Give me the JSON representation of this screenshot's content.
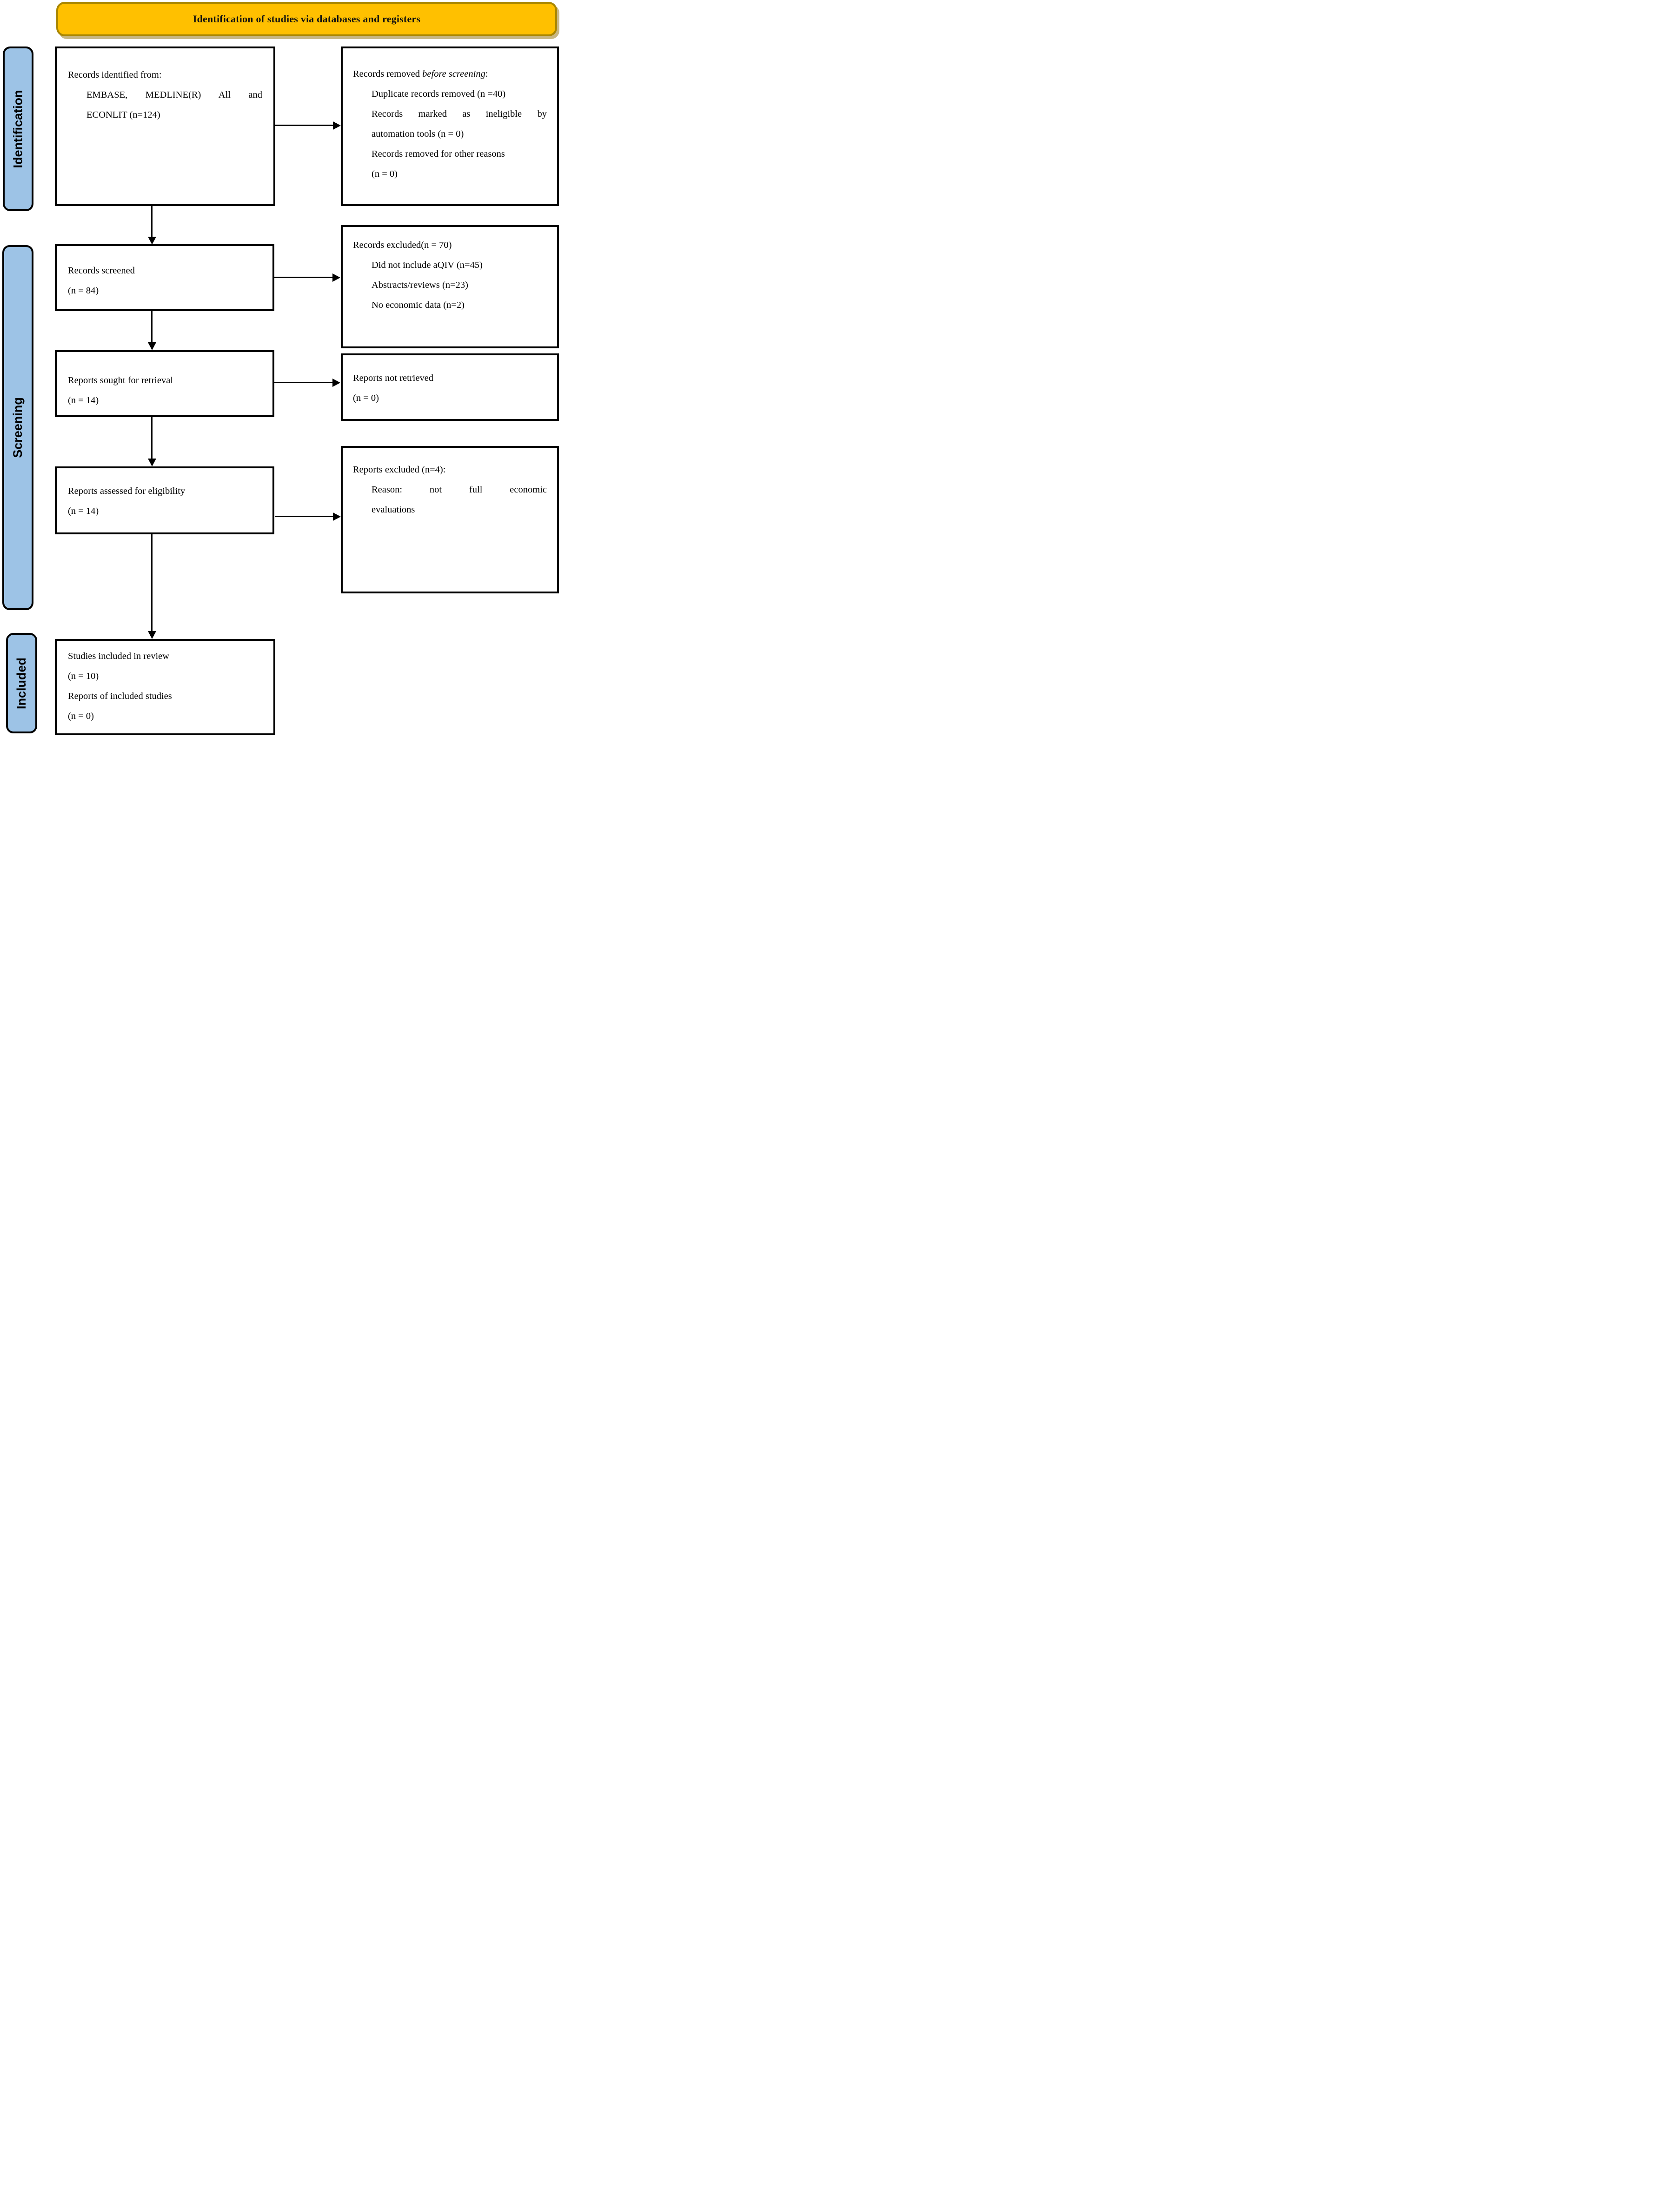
{
  "banner": {
    "title": "Identification of studies via databases and registers"
  },
  "stages": {
    "identification": "Identification",
    "screening": "Screening",
    "included": "Included"
  },
  "flow": {
    "records_identified": {
      "heading": "Records identified from:",
      "lines": [
        "EMBASE, MEDLINE(R) All and",
        "ECONLIT (n=124)"
      ]
    },
    "records_removed": {
      "heading_prefix": "Records removed ",
      "heading_italic": "before screening",
      "heading_suffix": ":",
      "lines": [
        "Duplicate records removed (n =40)",
        "Records marked as ineligible by",
        "automation tools (n = 0)",
        "Records removed for other reasons",
        "(n = 0)"
      ]
    },
    "records_screened": {
      "lines": [
        "Records screened",
        "(n = 84)"
      ]
    },
    "records_excluded": {
      "heading": "Records excluded(n = 70)",
      "lines": [
        "Did not include aQIV (n=45)",
        "Abstracts/reviews (n=23)",
        "No economic data (n=2)"
      ]
    },
    "reports_sought": {
      "lines": [
        "Reports sought for retrieval",
        "(n = 14)"
      ]
    },
    "reports_not_retrieved": {
      "lines": [
        "Reports not retrieved",
        "(n = 0)"
      ]
    },
    "reports_assessed": {
      "lines": [
        "Reports assessed for eligibility",
        "(n = 14)"
      ]
    },
    "reports_excluded": {
      "heading": "Reports excluded (n=4):",
      "lines": [
        "Reason: not full economic",
        "evaluations"
      ]
    },
    "studies_included": {
      "lines": [
        "Studies included in review",
        "(n = 10)",
        "Reports of included studies",
        "(n = 0)"
      ]
    }
  },
  "colors": {
    "banner_fill": "#FFC000",
    "banner_border": "#A98600",
    "stage_fill": "#9DC3E6",
    "box_border": "#000000",
    "arrow": "#000000",
    "background": "#FFFFFF"
  }
}
